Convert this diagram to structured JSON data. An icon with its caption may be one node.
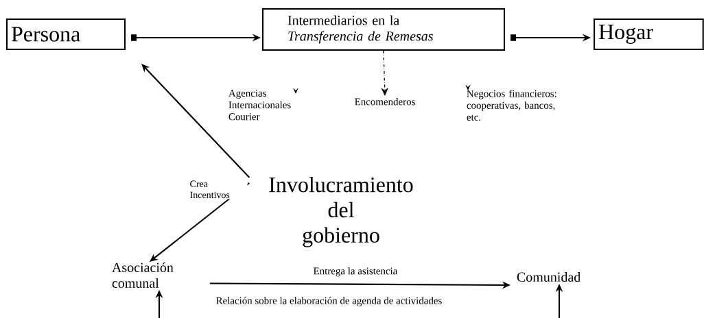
{
  "diagram": {
    "nodes": [
      {
        "text": [
          "Persona"
        ]
      },
      {
        "text": [
          "Intermediarios en la *Transferencia de Remesas*"
        ]
      },
      {
        "text": [
          "Hogar"
        ]
      },
      {
        "text": [
          "Agencias Internacionales Courier"
        ]
      },
      {
        "text": [
          "Encomenderos"
        ]
      },
      {
        "text": [
          "Negocios financieros: cooperativas, bancos, etc."
        ]
      },
      {
        "text": [
          "Involucramiento del gobierno"
        ]
      },
      {
        "text": [
          "Asociación comunal"
        ]
      },
      {
        "text": [
          "Comunidad"
        ]
      }
    ],
    "edges": [
      {
        "from": 0,
        "to": 1,
        "arrow": "to"
      },
      {
        "from": 1,
        "to": 2,
        "arrow": "to"
      },
      {
        "from": 1,
        "to": 4,
        "arrow": "to",
        "style": "dashed"
      },
      {
        "from": 6,
        "to": 0,
        "arrow": "to"
      },
      {
        "from": 6,
        "to": 7,
        "arrow": "to",
        "label": "Crea Incentivos"
      },
      {
        "from": 7,
        "to": 8,
        "arrow": "to",
        "label": "Entrega la asistencia"
      },
      {
        "from": null,
        "to": 7,
        "arrow": "to"
      },
      {
        "from": null,
        "to": 8,
        "arrow": "to"
      }
    ],
    "labels": [
      "Relación sobre la elaboración de agenda de actividades"
    ]
  }
}
